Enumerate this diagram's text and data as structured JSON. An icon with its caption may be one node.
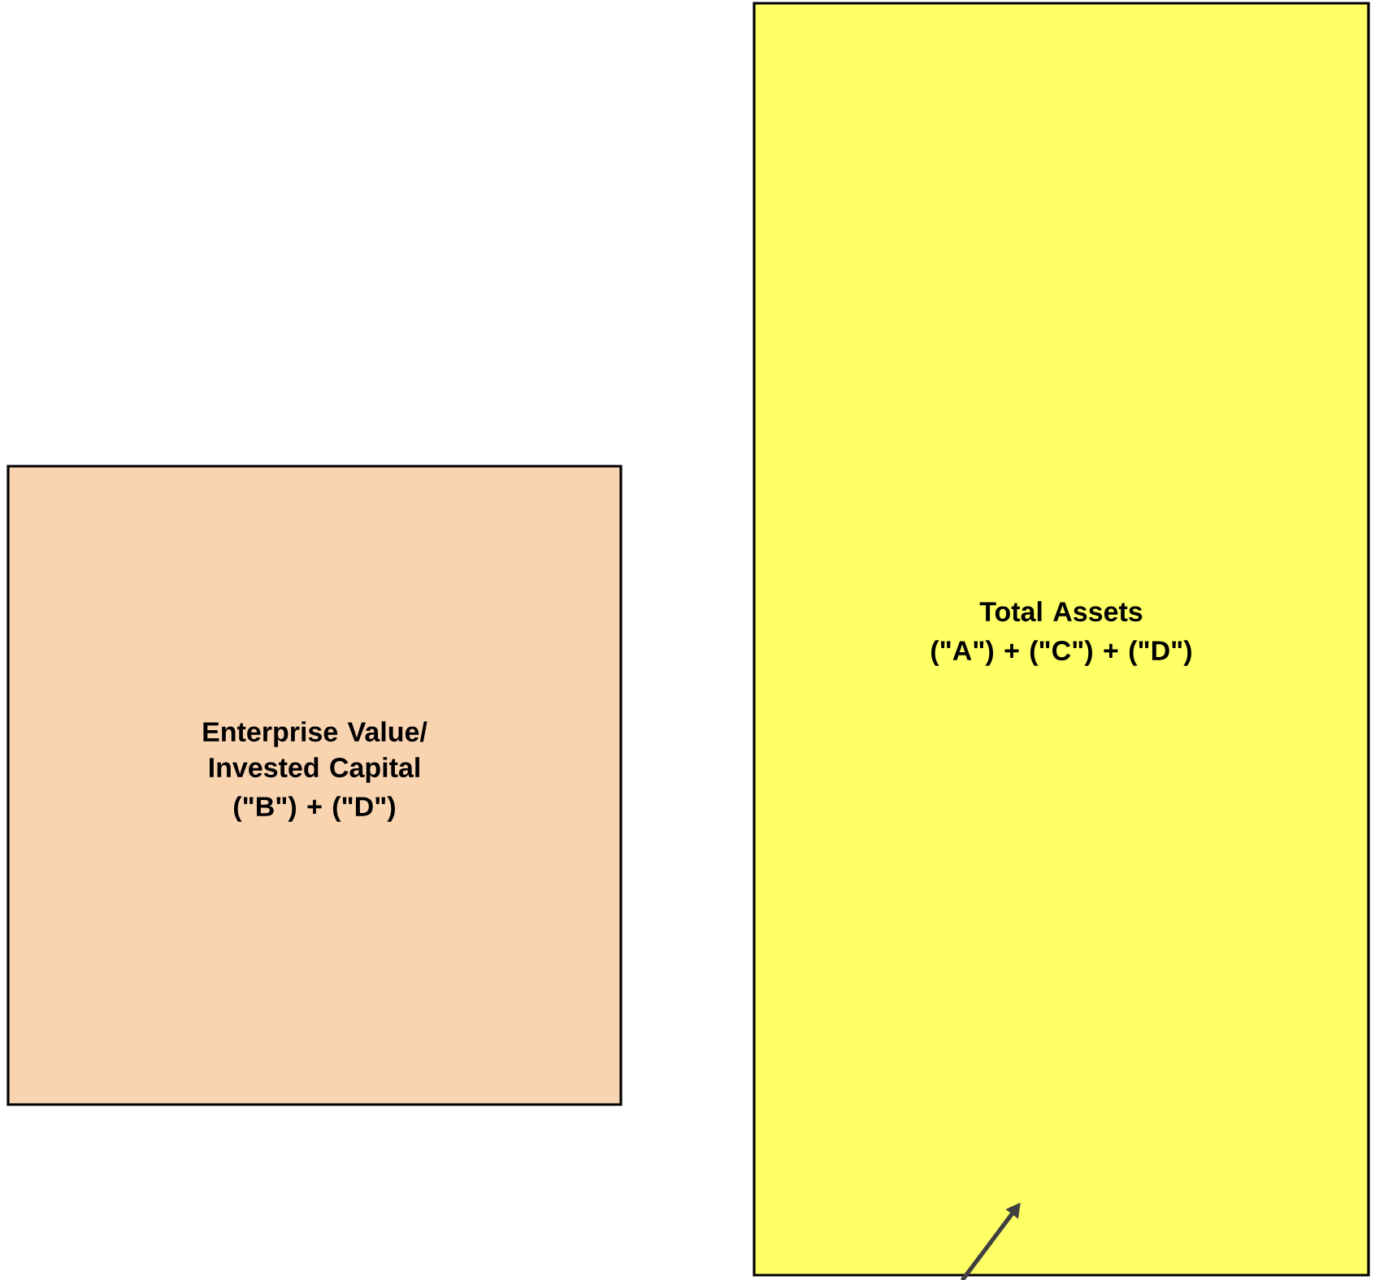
{
  "diagram": {
    "nodes": [
      {
        "text": [
          "Enterprise Value/ Invested Capital",
          "(\"B\") + (\"D\")"
        ]
      },
      {
        "text": [
          "Total Assets",
          "(\"A\") + (\"C\") + (\"D\")"
        ]
      }
    ],
    "edges": [
      {
        "from": null,
        "to": 1,
        "arrow": "to"
      }
    ]
  }
}
